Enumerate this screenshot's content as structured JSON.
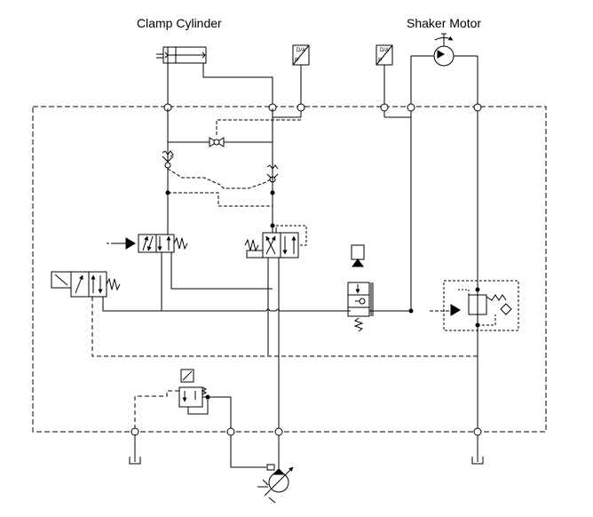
{
  "labels": {
    "clamp_cylinder": "Clamp Cylinder",
    "shaker_motor": "Shaker Motor"
  },
  "transducer": {
    "top": "D/A",
    "bottom": "P"
  },
  "colors": {
    "line": "#000000",
    "background": "#ffffff"
  }
}
